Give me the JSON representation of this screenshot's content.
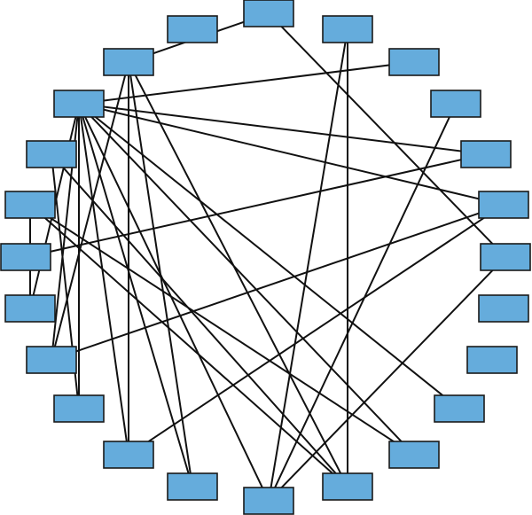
{
  "diagram": {
    "type": "circular-network-graph",
    "node_count": 24,
    "node_color": "#65acdc",
    "edge_color": "#111111",
    "node_border_color": "#1a1a1a",
    "background": "#ffffff",
    "node_labels_visible": false,
    "nodes": [
      {
        "id": "n0"
      },
      {
        "id": "n1"
      },
      {
        "id": "n2"
      },
      {
        "id": "n3"
      },
      {
        "id": "n4"
      },
      {
        "id": "n5"
      },
      {
        "id": "n6"
      },
      {
        "id": "n7"
      },
      {
        "id": "n8"
      },
      {
        "id": "n9"
      },
      {
        "id": "n10"
      },
      {
        "id": "n11"
      },
      {
        "id": "n12"
      },
      {
        "id": "n13"
      },
      {
        "id": "n14"
      },
      {
        "id": "n15"
      },
      {
        "id": "n16"
      },
      {
        "id": "n17"
      },
      {
        "id": "n18"
      },
      {
        "id": "n19"
      },
      {
        "id": "n20"
      },
      {
        "id": "n21"
      },
      {
        "id": "n22"
      },
      {
        "id": "n23"
      }
    ],
    "edges": [
      [
        "n21",
        "n2"
      ],
      [
        "n21",
        "n4"
      ],
      [
        "n21",
        "n5"
      ],
      [
        "n21",
        "n9"
      ],
      [
        "n21",
        "n10"
      ],
      [
        "n21",
        "n12"
      ],
      [
        "n21",
        "n13"
      ],
      [
        "n21",
        "n14"
      ],
      [
        "n21",
        "n15"
      ],
      [
        "n21",
        "n16"
      ],
      [
        "n21",
        "n17"
      ],
      [
        "n22",
        "n0"
      ],
      [
        "n22",
        "n11"
      ],
      [
        "n22",
        "n13"
      ],
      [
        "n22",
        "n14"
      ],
      [
        "n22",
        "n16"
      ],
      [
        "n20",
        "n11"
      ],
      [
        "n20",
        "n15"
      ],
      [
        "n19",
        "n17"
      ],
      [
        "n19",
        "n10"
      ],
      [
        "n19",
        "n11"
      ],
      [
        "n1",
        "n11"
      ],
      [
        "n1",
        "n12"
      ],
      [
        "n18",
        "n4"
      ],
      [
        "n3",
        "n12"
      ],
      [
        "n5",
        "n16"
      ],
      [
        "n5",
        "n14"
      ],
      [
        "n6",
        "n12"
      ],
      [
        "n6",
        "n0"
      ]
    ]
  }
}
